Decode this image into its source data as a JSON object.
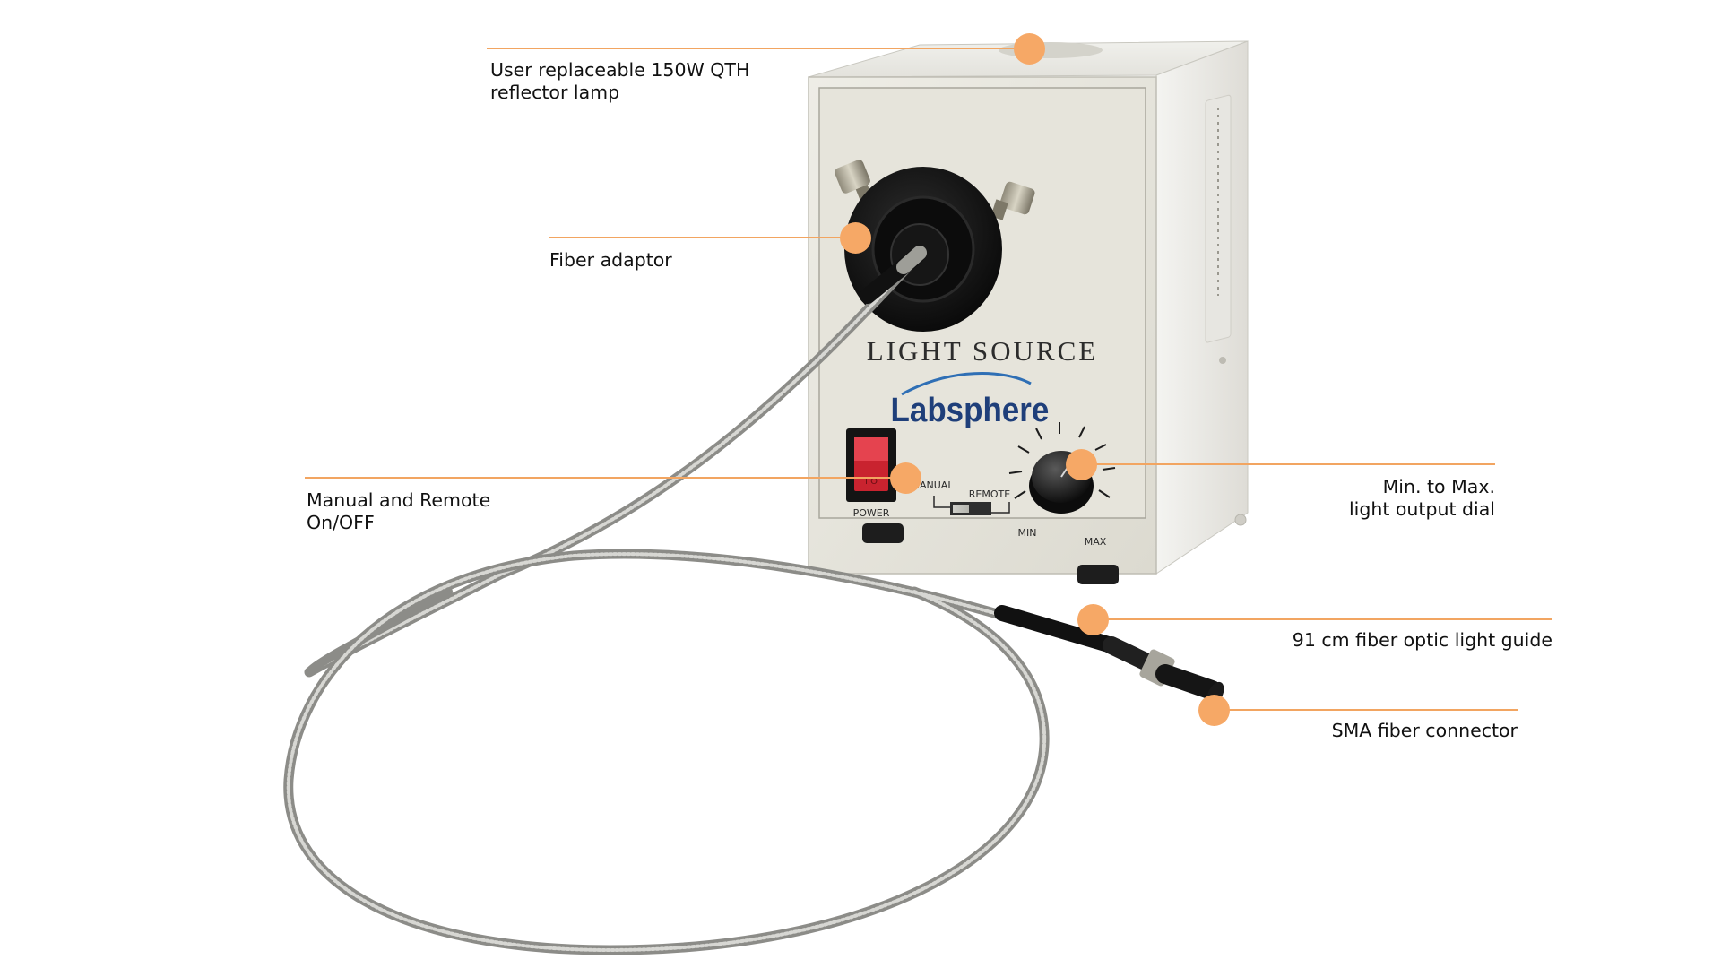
{
  "colors": {
    "callout_accent": "#f6a866",
    "housing": "#e9e8e1",
    "housing_panel": "#dedcd1",
    "power_switch": "#d9283a"
  },
  "device": {
    "panel_title": "LIGHT SOURCE",
    "brand": "Labsphere",
    "power_label": "POWER",
    "power_symbols": "I O",
    "switch_label_manual": "MANUAL",
    "switch_label_remote": "REMOTE",
    "dial_min_label": "MIN",
    "dial_max_label": "MAX"
  },
  "callouts": [
    {
      "id": "lamp",
      "text": "User replaceable 150W QTH\nreflector lamp"
    },
    {
      "id": "fiber-adaptor",
      "text": "Fiber adaptor"
    },
    {
      "id": "power-switch",
      "text": "Manual and Remote\nOn/OFF"
    },
    {
      "id": "output-dial",
      "text": "Min. to Max.\nlight output dial"
    },
    {
      "id": "light-guide",
      "text": "91 cm fiber optic light guide"
    },
    {
      "id": "sma-connector",
      "text": "SMA fiber connector"
    }
  ]
}
